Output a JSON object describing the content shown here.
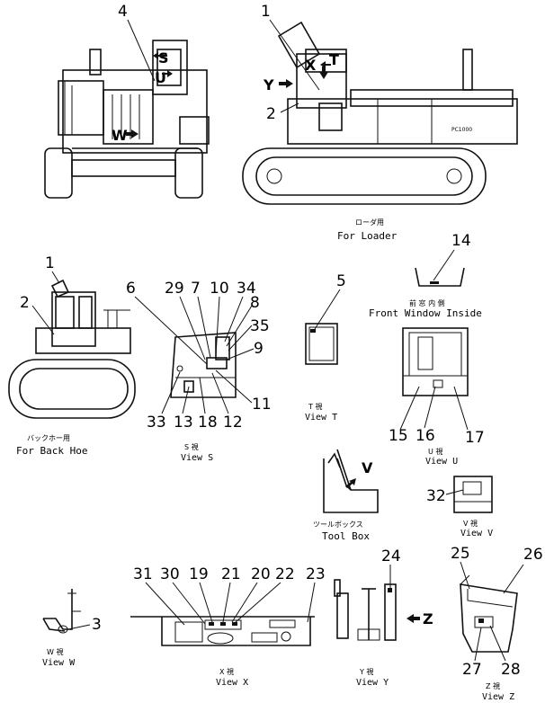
{
  "captions": {
    "for_loader_jp": "ローダ用",
    "for_loader": "For Loader",
    "for_back_hoe_jp": "バックホー用",
    "for_back_hoe": "For Back Hoe",
    "front_window_jp": "前 窓 内 側",
    "front_window": "Front Window Inside",
    "view_s_jp": "S 視",
    "view_s": "View S",
    "view_t_jp": "T 視",
    "view_t": "View T",
    "view_u_jp": "U 視",
    "view_u": "View U",
    "tool_box_jp": "ツールボックス",
    "tool_box": "Tool Box",
    "view_v_jp": "V 視",
    "view_v": "View V",
    "view_w_jp": "W 視",
    "view_w": "View W",
    "view_x_jp": "X 視",
    "view_x": "View X",
    "view_y_jp": "Y 視",
    "view_y": "View Y",
    "view_z_jp": "Z 視",
    "view_z": "View Z"
  },
  "view_letters": {
    "s": "S",
    "u": "U",
    "w": "W",
    "x": "X",
    "t": "T",
    "y": "Y",
    "v": "V",
    "z": "Z"
  },
  "model_badge": "PC1000",
  "callouts": {
    "c1": "1",
    "c2": "2",
    "c3": "3",
    "c4": "4",
    "c5": "5",
    "c6": "6",
    "c7": "7",
    "c8": "8",
    "c9": "9",
    "c10": "10",
    "c11": "11",
    "c12": "12",
    "c13": "13",
    "c14": "14",
    "c15": "15",
    "c16": "16",
    "c17": "17",
    "c18": "18",
    "c19": "19",
    "c20": "20",
    "c21": "21",
    "c22": "22",
    "c23": "23",
    "c24": "24",
    "c25": "25",
    "c26": "26",
    "c27": "27",
    "c28": "28",
    "c29": "29",
    "c30": "30",
    "c31": "31",
    "c32": "32",
    "c33": "33",
    "c34": "34",
    "c35": "35"
  }
}
